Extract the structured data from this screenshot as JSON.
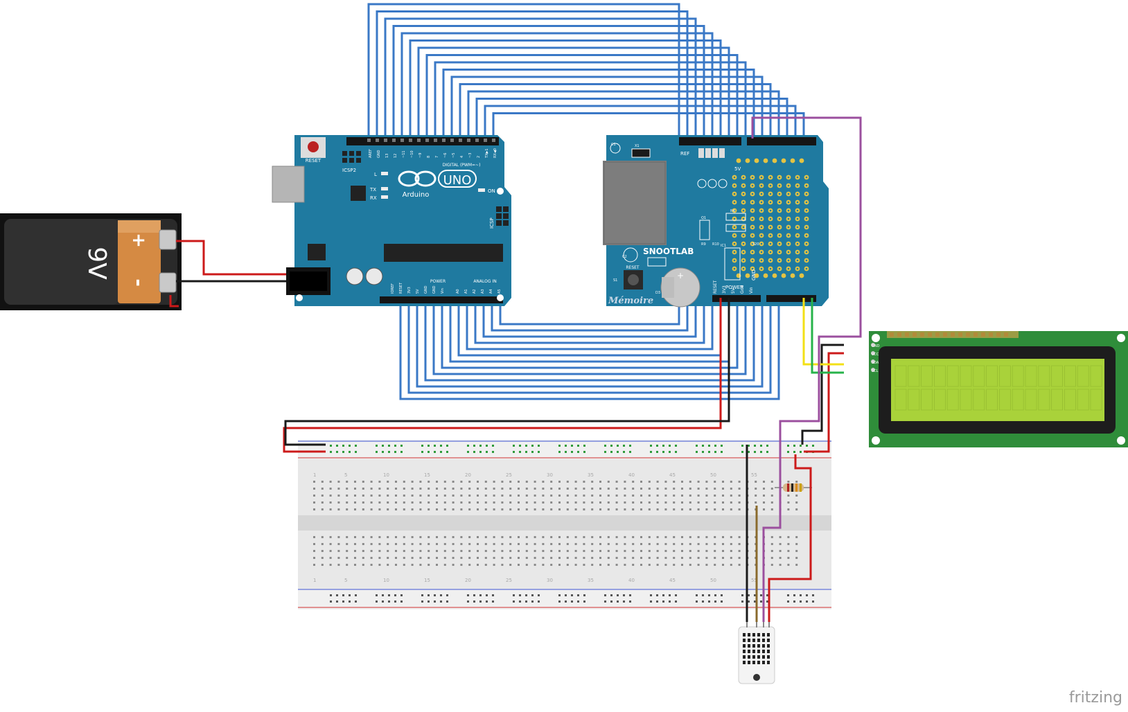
{
  "watermark": "fritzing",
  "battery": {
    "voltage_label": "9V",
    "plus": "+",
    "minus": "-"
  },
  "arduino": {
    "logo_model": "UNO",
    "logo_brand": "Arduino",
    "reset": "RESET",
    "icsp2": "ICSP2",
    "icsp": "ICSP",
    "digital_header": "DIGITAL (PWM=~)",
    "power_header": "POWER",
    "analog_header": "ANALOG IN",
    "led_l": "L",
    "led_tx": "TX",
    "led_rx": "RX",
    "led_on": "ON",
    "pins_top": [
      "AREF",
      "GND",
      "13",
      "12",
      "~11",
      "~10",
      "~9",
      "8",
      "7",
      "~6",
      "~5",
      "4",
      "~3",
      "2",
      "TX▶1",
      "RX◀0"
    ],
    "pins_power": [
      "IOREF",
      "RESET",
      "3V3",
      "5V",
      "GND",
      "GND",
      "Vin"
    ],
    "pins_analog": [
      "A0",
      "A1",
      "A2",
      "A3",
      "A4",
      "A5"
    ]
  },
  "shield": {
    "brand": "SNOOTLAB",
    "name": "Mémoire",
    "reset": "RESET",
    "power": "POWER",
    "power_pins": [
      "RESET",
      "3V3",
      "5V",
      "Gnd",
      "Vin"
    ],
    "pin_5v": "5V",
    "pin_gnd": "GND",
    "ref": "REF",
    "labels": [
      "C1",
      "X1",
      "Q1",
      "R9",
      "R10",
      "R4",
      "IC1",
      "S20",
      "C2",
      "S1",
      "D3"
    ]
  },
  "lcd": {
    "pins": [
      "GND",
      "VCC",
      "SDA",
      "SCL"
    ]
  },
  "colors": {
    "wire_blue": "#3a78c6",
    "wire_red": "#cc1a1a",
    "wire_black": "#1a1a1a",
    "wire_purple": "#9b4f9e",
    "wire_yellow": "#f3e016",
    "wire_green": "#27b34a",
    "wire_brown": "#8a6a2c",
    "board_teal": "#1f7aa0",
    "lcd_green": "#2f8d3a",
    "lcd_screen": "#a9d23a"
  }
}
